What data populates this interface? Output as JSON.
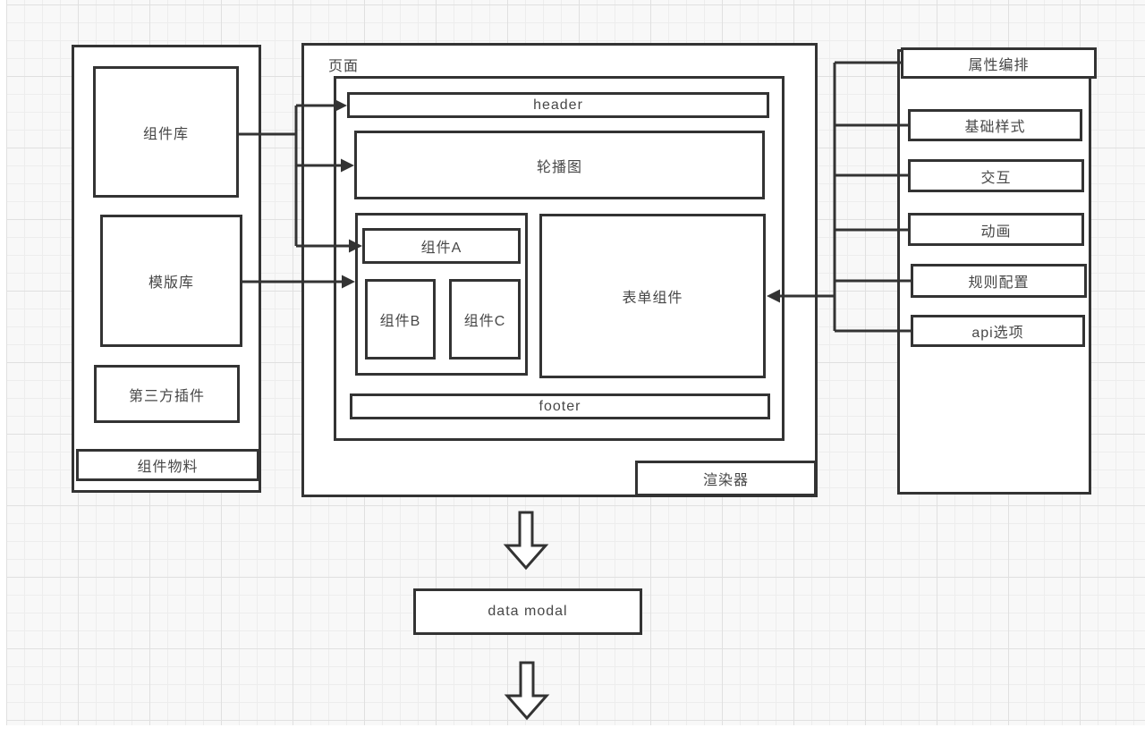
{
  "canvas": {
    "background": "#f8f8f8",
    "grid_minor_color": "#ededed",
    "grid_major_color": "#e0e0e0",
    "line_color": "#333333",
    "text_color": "#474747",
    "box_fill": "#ffffff"
  },
  "materials_panel": {
    "title": "组件物料",
    "component_library": "组件库",
    "template_library": "模版库",
    "third_party_plugin": "第三方插件"
  },
  "page_panel": {
    "title": "页面",
    "renderer": "渲染器",
    "header": "header",
    "carousel": "轮播图",
    "component_a": "组件A",
    "component_b": "组件B",
    "component_c": "组件C",
    "form_component": "表单组件",
    "footer": "footer"
  },
  "properties_panel": {
    "title": "属性编排",
    "items": [
      "基础样式",
      "交互",
      "动画",
      "规则配置",
      "api选项"
    ]
  },
  "flow": {
    "data_modal": "data modal"
  }
}
